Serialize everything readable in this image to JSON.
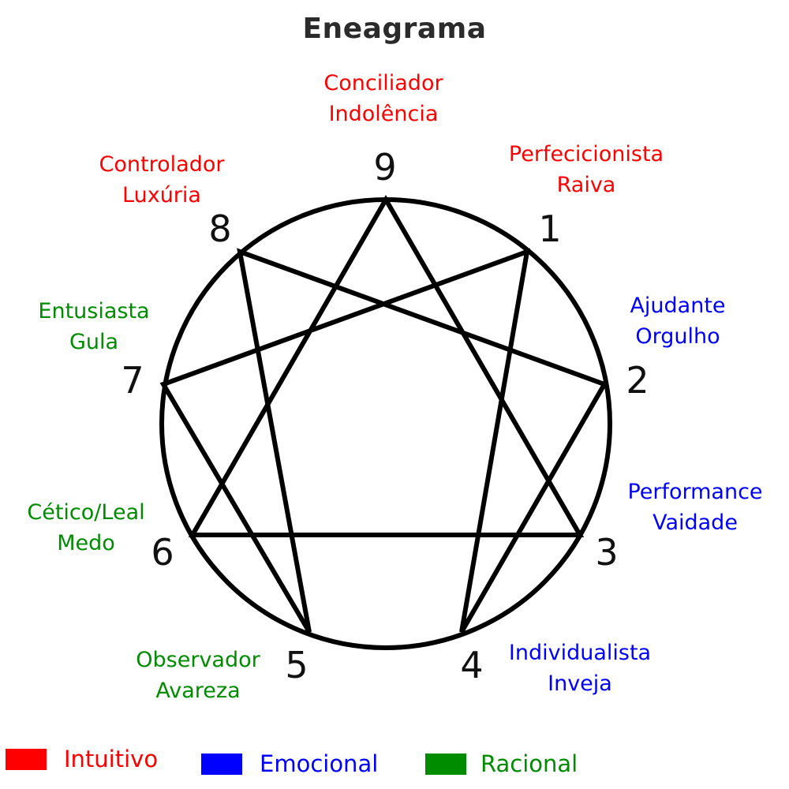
{
  "title": "Eneagrama",
  "colors": {
    "intuitivo": "#ff0000",
    "emocional": "#0000ff",
    "racional": "#008c00",
    "lines": "#000000"
  },
  "types": [
    {
      "number": "9",
      "name": "Conciliador",
      "vice": "Indolência",
      "center": "Intuitivo"
    },
    {
      "number": "1",
      "name": "Perfecicionista",
      "vice": "Raiva",
      "center": "Intuitivo"
    },
    {
      "number": "2",
      "name": "Ajudante",
      "vice": "Orgulho",
      "center": "Emocional"
    },
    {
      "number": "3",
      "name": "Performance",
      "vice": "Vaidade",
      "center": "Emocional"
    },
    {
      "number": "4",
      "name": "Individualista",
      "vice": "Inveja",
      "center": "Emocional"
    },
    {
      "number": "5",
      "name": "Observador",
      "vice": "Avareza",
      "center": "Racional"
    },
    {
      "number": "6",
      "name": "Cético/Leal",
      "vice": "Medo",
      "center": "Racional"
    },
    {
      "number": "7",
      "name": "Entusiasta",
      "vice": "Gula",
      "center": "Racional"
    },
    {
      "number": "8",
      "name": "Controlador",
      "vice": "Luxúria",
      "center": "Intuitivo"
    }
  ],
  "connections": {
    "triangle": [
      "9-3",
      "3-6",
      "6-9"
    ],
    "hexad": [
      "1-4",
      "4-2",
      "2-8",
      "8-5",
      "5-7",
      "7-1"
    ]
  },
  "legend": [
    {
      "label": "Intuitivo",
      "color": "#ff0000"
    },
    {
      "label": "Emocional",
      "color": "#0000ff"
    },
    {
      "label": "Racional",
      "color": "#008c00"
    }
  ]
}
